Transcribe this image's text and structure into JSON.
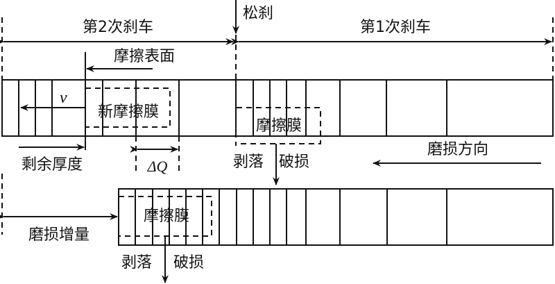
{
  "labels": {
    "second_braking": "第2次刹车",
    "release": "松刹",
    "first_braking": "第1次刹车",
    "friction_surface": "摩擦表面",
    "velocity": "v",
    "new_friction_film": "新摩擦膜",
    "remaining_thickness": "剩余厚度",
    "delta_q": "ΔQ",
    "friction_film_top": "摩擦膜",
    "spall_top": "剥落",
    "damage_top": "破损",
    "wear_direction": "磨损方向",
    "friction_film_bottom": "摩擦膜",
    "wear_increment": "磨损增量",
    "spall_bottom": "剥落",
    "damage_bottom": "破损"
  },
  "colors": {
    "ink": "#111111",
    "background": "#ffffff"
  }
}
